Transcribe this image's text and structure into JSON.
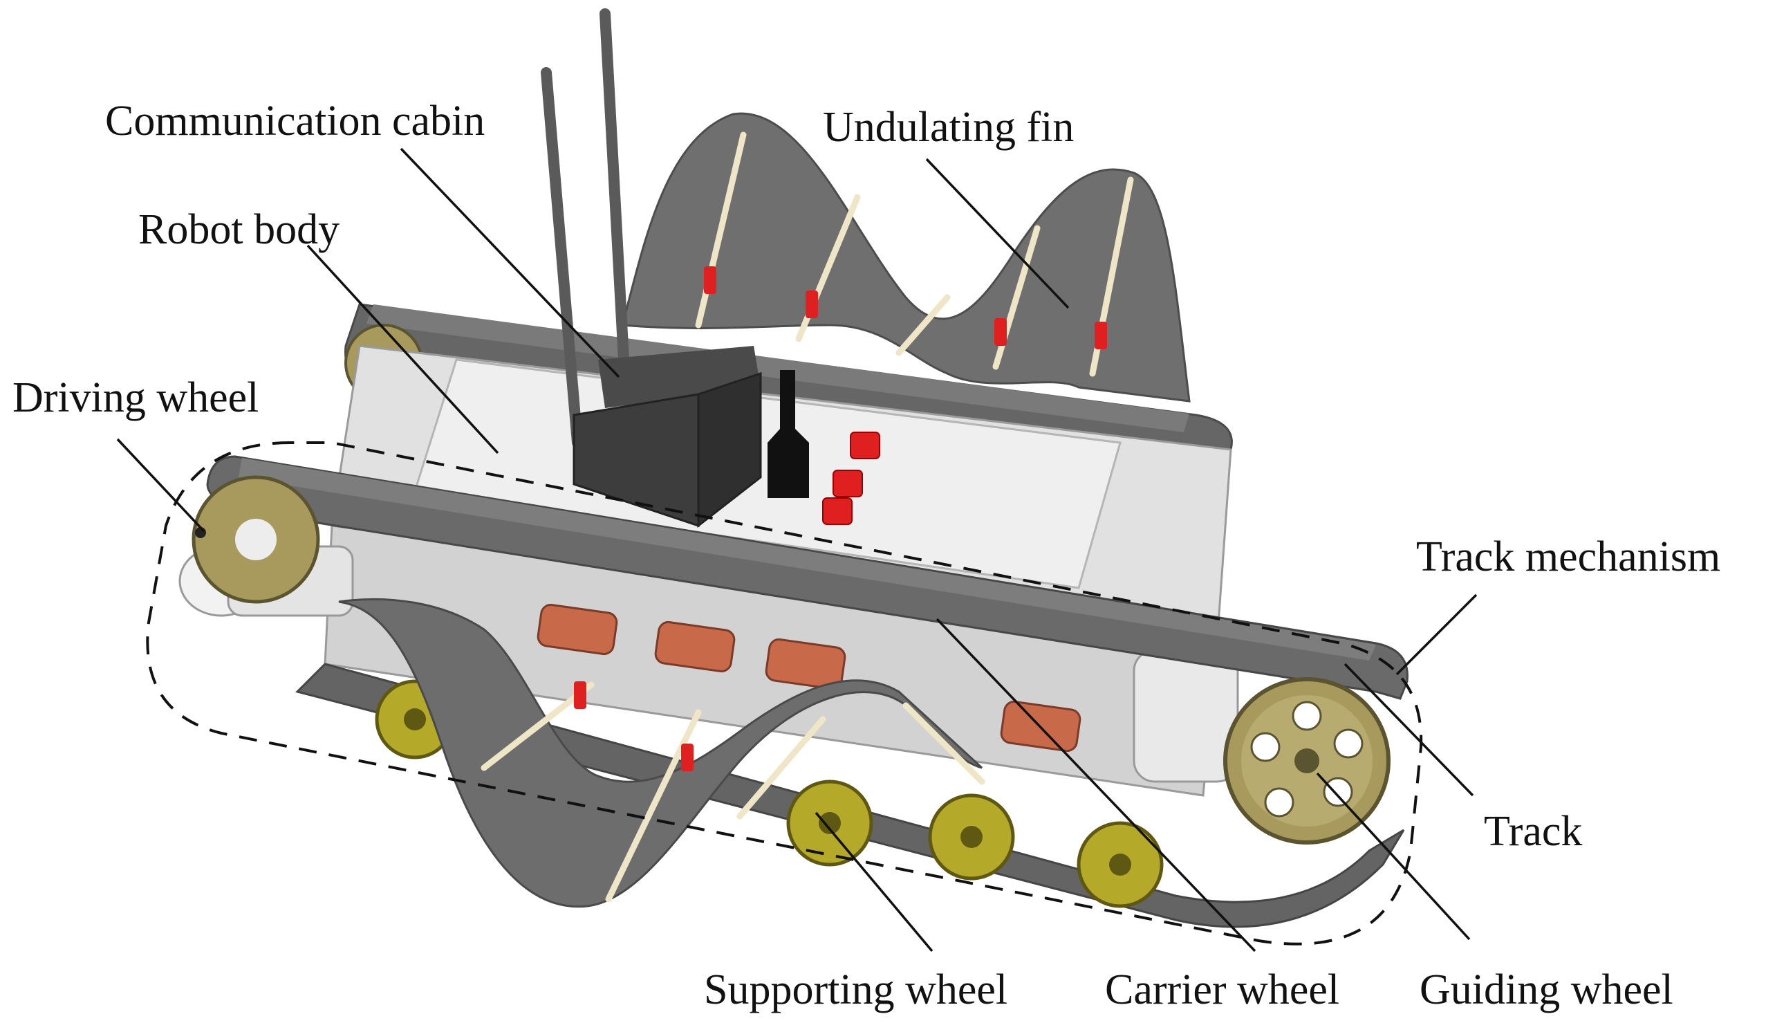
{
  "labels": {
    "communication_cabin": "Communication cabin",
    "undulating_fin": "Undulating fin",
    "robot_body": "Robot body",
    "driving_wheel": "Driving wheel",
    "track_mechanism": "Track mechanism",
    "track": "Track",
    "supporting_wheel": "Supporting wheel",
    "carrier_wheel": "Carrier wheel",
    "guiding_wheel": "Guiding wheel"
  },
  "colors": {
    "track": "#6d6d6d",
    "track_dark": "#575757",
    "fin": "#707070",
    "body": "#e4e4e4",
    "plate": "#eeeeee",
    "cabin": "#3d3d3d",
    "wheel_yellow": "#b5a92a",
    "sprocket": "#a89a5c",
    "rod": "#efe6c8",
    "red": "#e02020",
    "leader": "#111111"
  }
}
